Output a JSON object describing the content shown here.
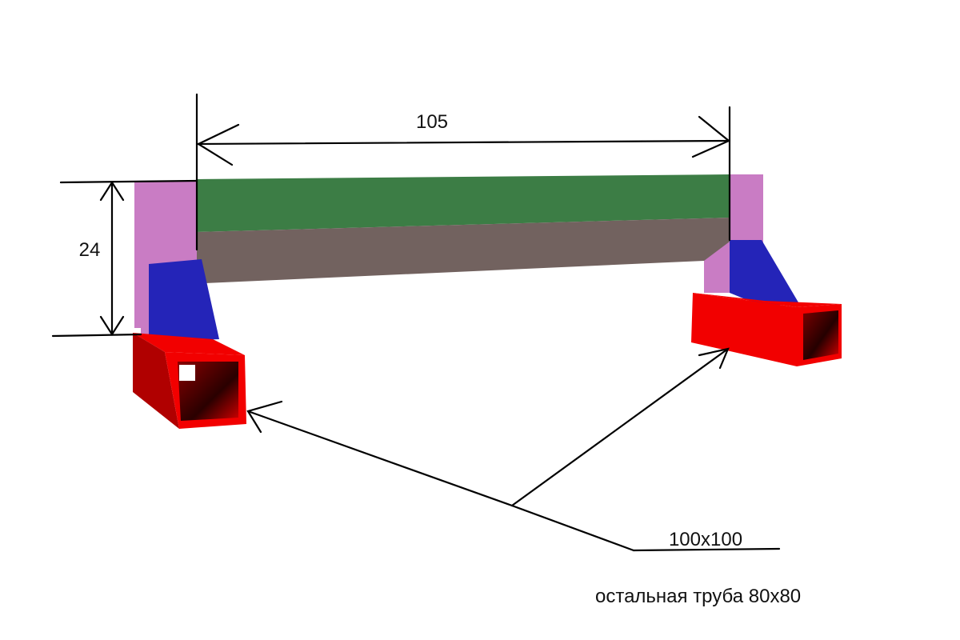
{
  "dimensions": {
    "length": "105",
    "height": "24"
  },
  "labels": {
    "tube_size": "100x100",
    "note": "остальная труба  80x80"
  },
  "colors": {
    "beam_top": "#3c7d45",
    "beam_side": "#72625f",
    "post": "#c97cc4",
    "brace": "#2424b8",
    "foot_tube": "#f20000",
    "foot_tube_dark": "#b00000",
    "foot_inner": "#3a0000",
    "lines": "#000000"
  }
}
